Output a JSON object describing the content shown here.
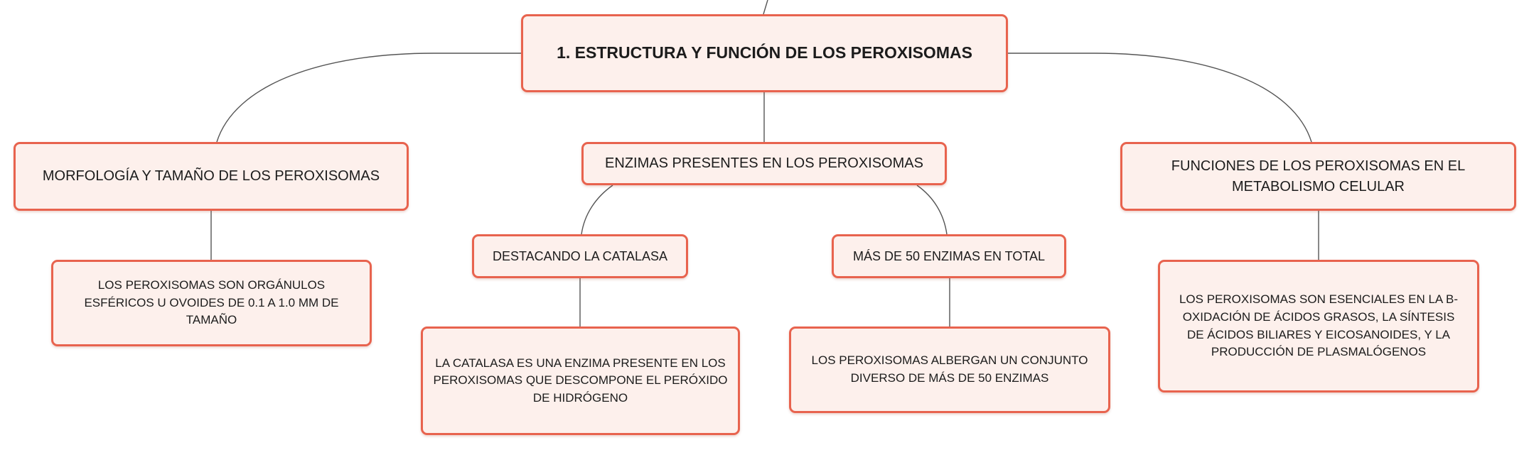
{
  "colors": {
    "border": "#e8634e",
    "fill": "#fdf0ec",
    "line": "#555555",
    "text": "#1c1c1c"
  },
  "root": {
    "label": "1. ESTRUCTURA Y FUNCIÓN DE LOS PEROXISOMAS"
  },
  "branches": {
    "morfologia": {
      "label": "MORFOLOGÍA Y TAMAÑO DE LOS PEROXISOMAS",
      "detail": "LOS PEROXISOMAS SON ORGÁNULOS ESFÉRICOS U OVOIDES DE 0.1 A 1.0 MM DE TAMAÑO"
    },
    "enzimas": {
      "label": "ENZIMAS PRESENTES EN LOS PEROXISOMAS",
      "catalasa": {
        "label": "DESTACANDO LA CATALASA",
        "detail": "LA CATALASA ES UNA ENZIMA PRESENTE EN LOS PEROXISOMAS QUE DESCOMPONE EL PERÓXIDO DE HIDRÓGENO"
      },
      "total": {
        "label": "MÁS DE 50 ENZIMAS EN TOTAL",
        "detail": "LOS PEROXISOMAS ALBERGAN UN CONJUNTO DIVERSO DE MÁS DE 50 ENZIMAS"
      }
    },
    "funciones": {
      "label": "FUNCIONES DE LOS PEROXISOMAS EN EL METABOLISMO CELULAR",
      "detail": "LOS PEROXISOMAS SON ESENCIALES EN LA Β-OXIDACIÓN DE ÁCIDOS GRASOS, LA SÍNTESIS DE ÁCIDOS BILIARES Y EICOSANOIDES, Y LA PRODUCCIÓN DE PLASMALÓGENOS"
    }
  }
}
